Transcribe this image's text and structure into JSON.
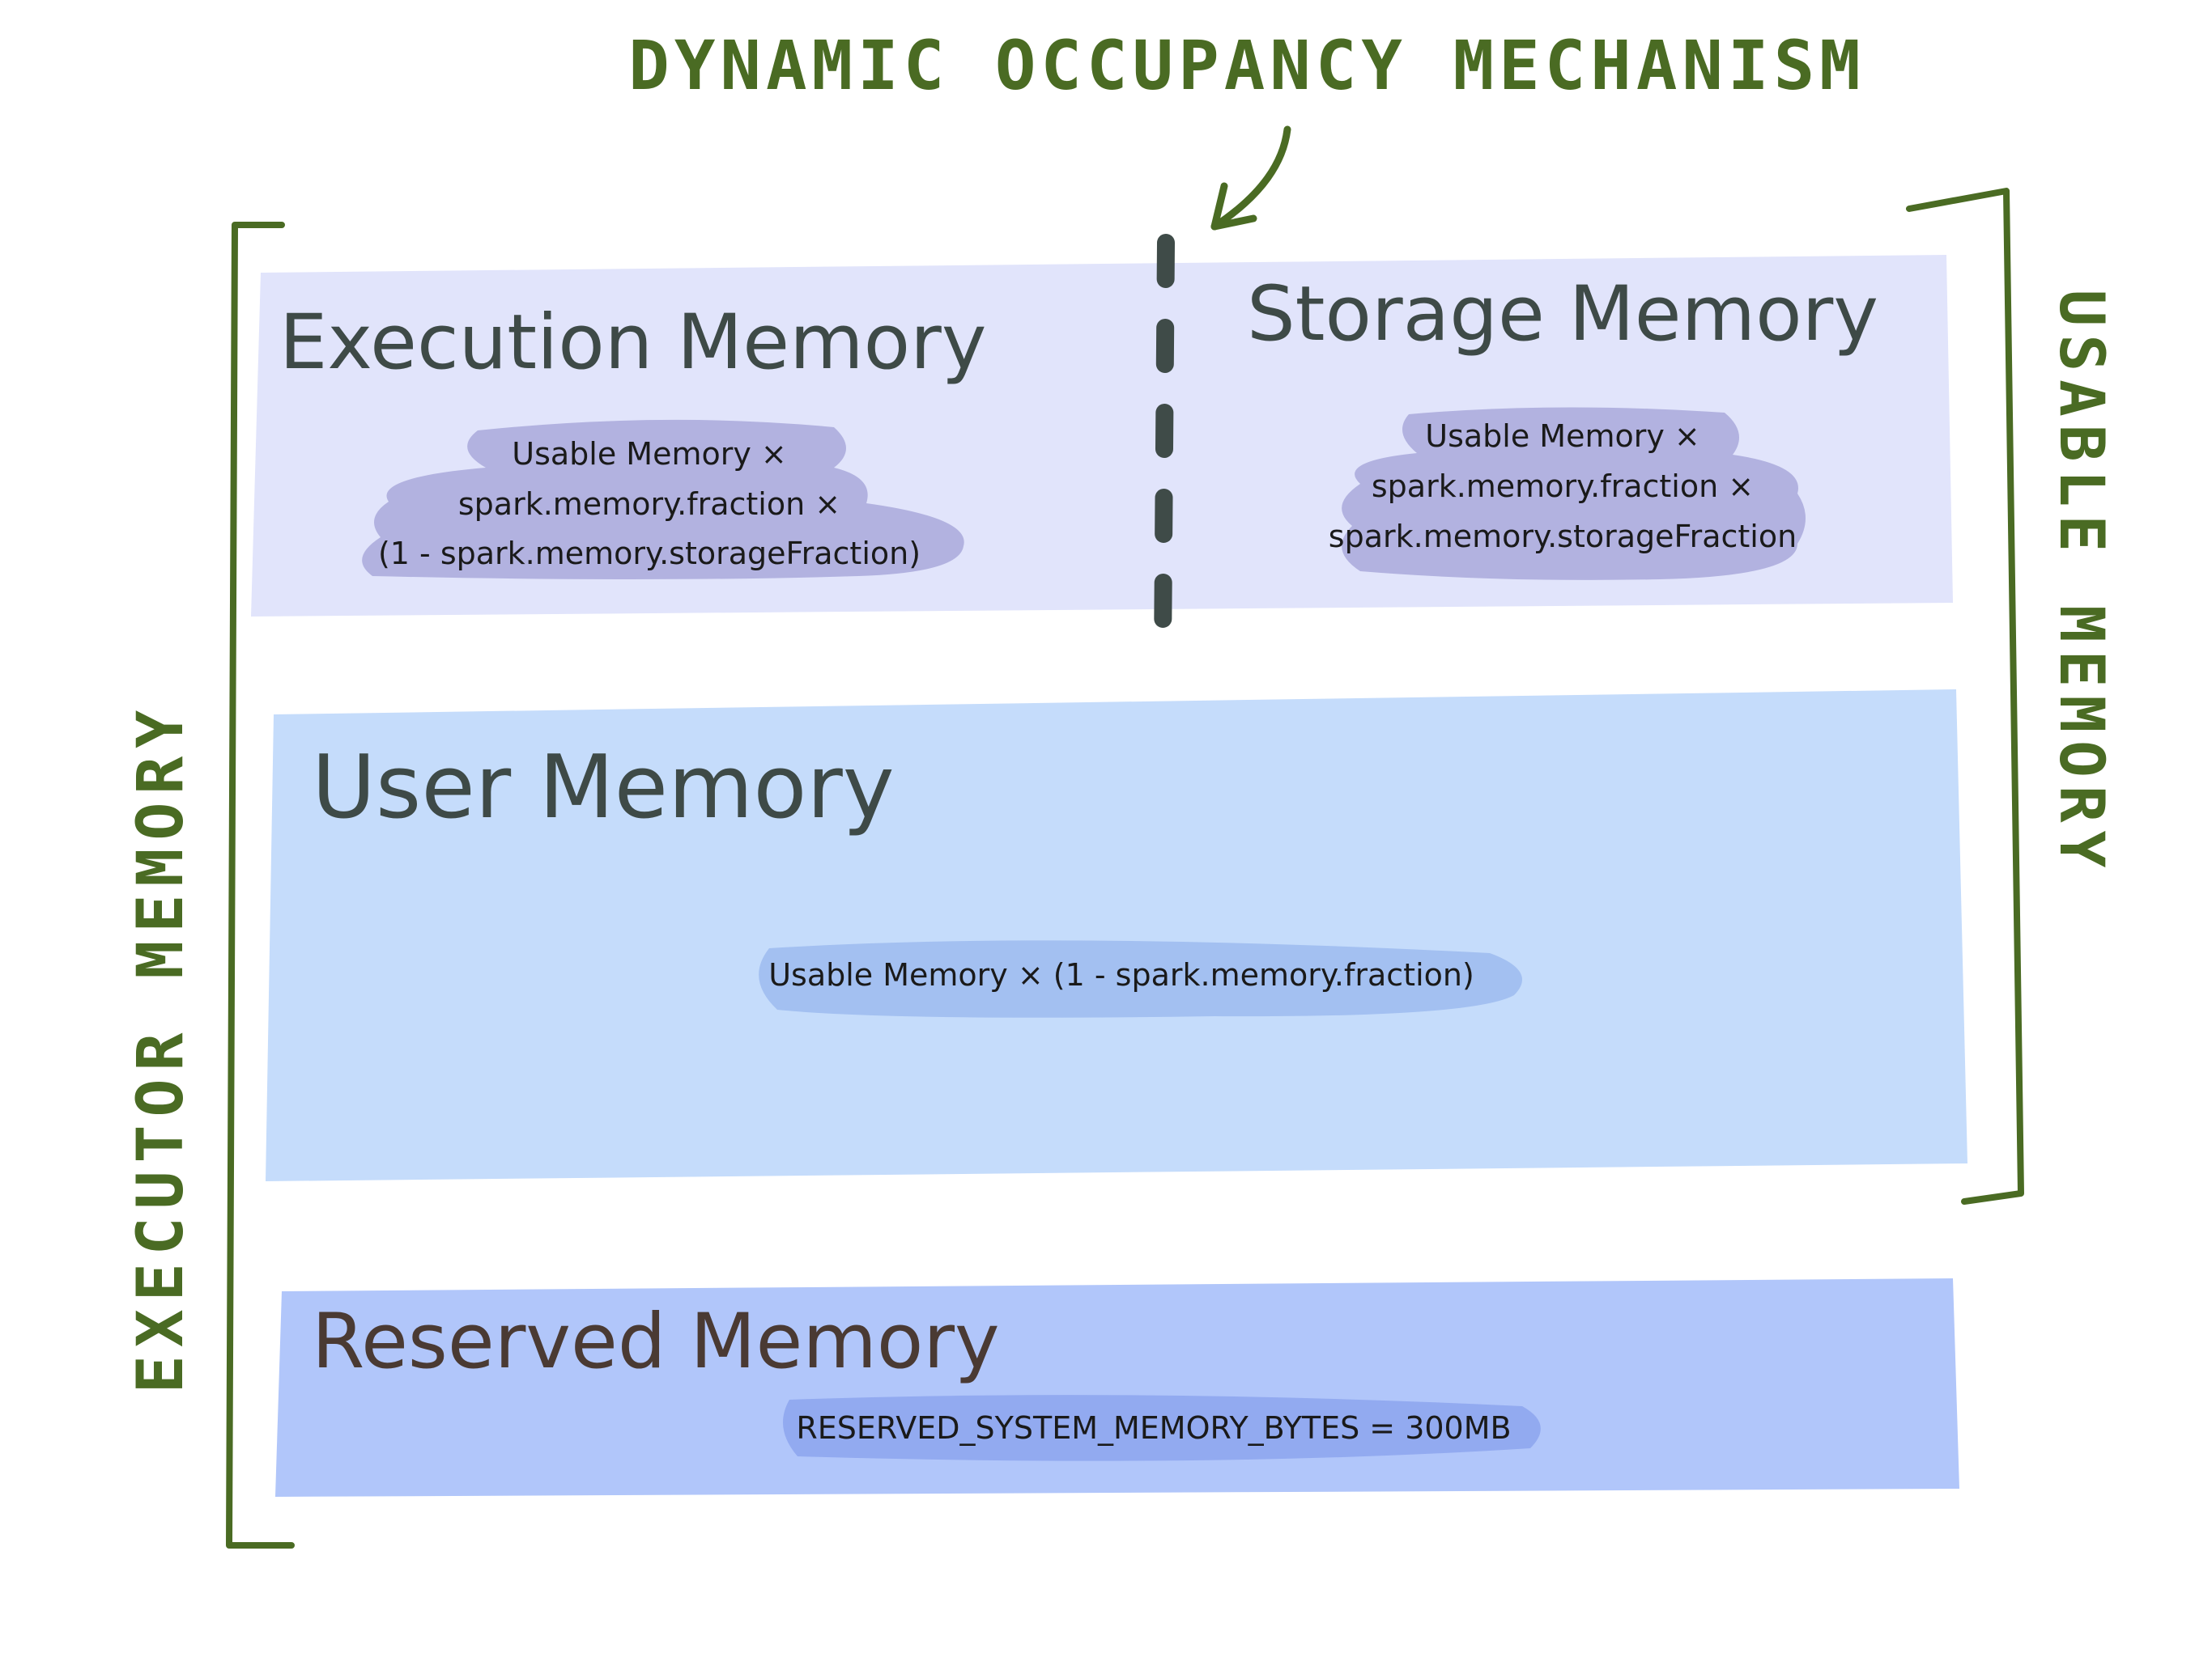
{
  "heading": "DYNAMIC OCCUPANCY MECHANISM",
  "side_labels": {
    "executor_memory": "EXECUTOR MEMORY",
    "usable_memory": "USABLE MEMORY"
  },
  "regions": {
    "execution": {
      "title": "Execution Memory",
      "formula_lines": [
        "Usable Memory ×",
        "spark.memory.fraction ×",
        "(1 - spark.memory.storageFraction)"
      ]
    },
    "storage": {
      "title": "Storage Memory",
      "formula_lines": [
        "Usable Memory ×",
        "spark.memory.fraction ×",
        "spark.memory.storageFraction"
      ]
    },
    "user": {
      "title": "User Memory",
      "formula": "Usable Memory × (1 - spark.memory.fraction)"
    },
    "reserved": {
      "title": "Reserved Memory",
      "formula": "RESERVED_SYSTEM_MEMORY_BYTES = 300MB"
    }
  },
  "colors": {
    "accent_green": "#4a6b23",
    "execution_storage_fill": "#e1e4fb",
    "user_fill": "#c5dcfb",
    "reserved_fill": "#b1c6fa",
    "title_ink": "#3e4a47",
    "reserved_title_ink": "#4a3a33",
    "divider": "#3f4b48"
  }
}
